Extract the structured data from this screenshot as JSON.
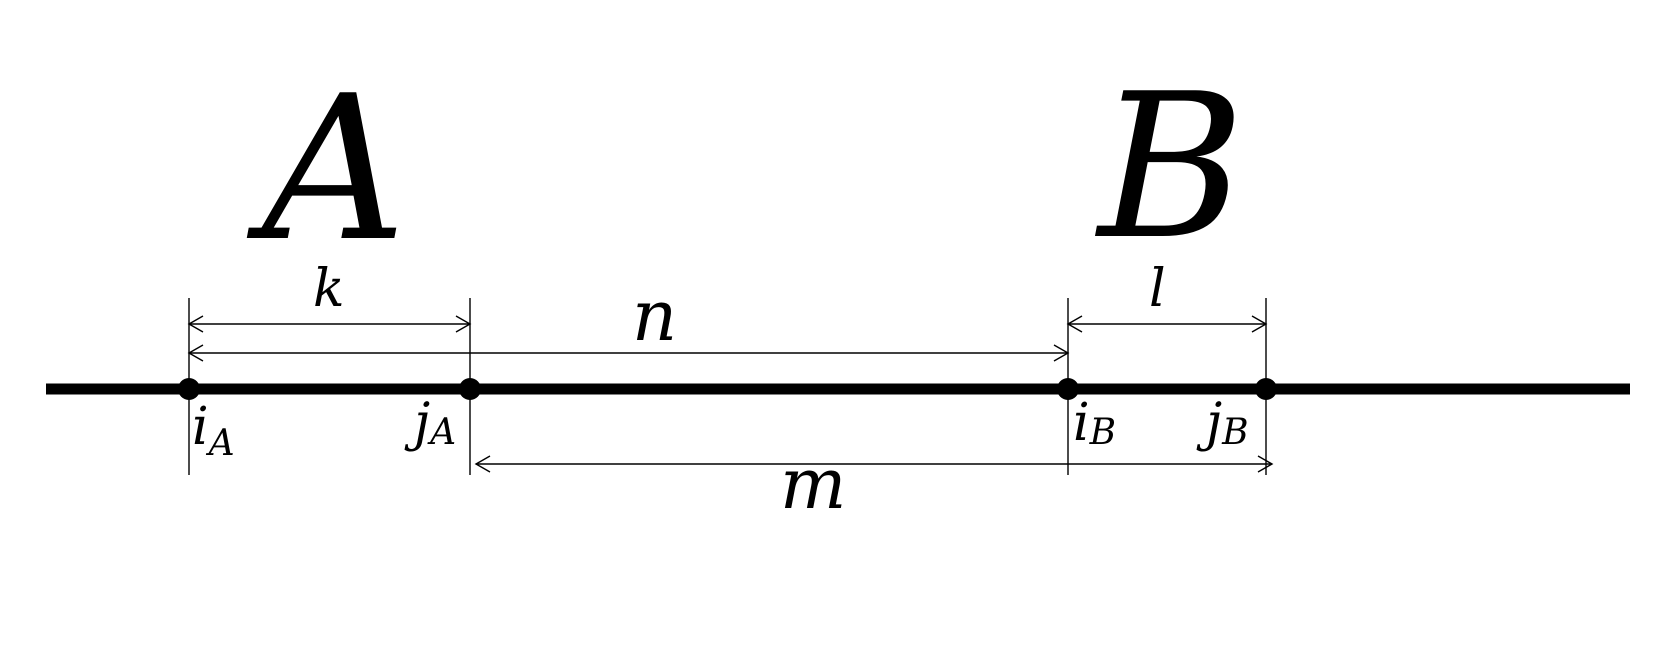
{
  "labels": {
    "region_a": "A",
    "region_b": "B",
    "span_k": "k",
    "span_n": "n",
    "span_l": "l",
    "span_m": "m"
  },
  "points": [
    {
      "base": "i",
      "sub": "A"
    },
    {
      "base": "j",
      "sub": "A"
    },
    {
      "base": "i",
      "sub": "B"
    },
    {
      "base": "j",
      "sub": "B"
    }
  ]
}
